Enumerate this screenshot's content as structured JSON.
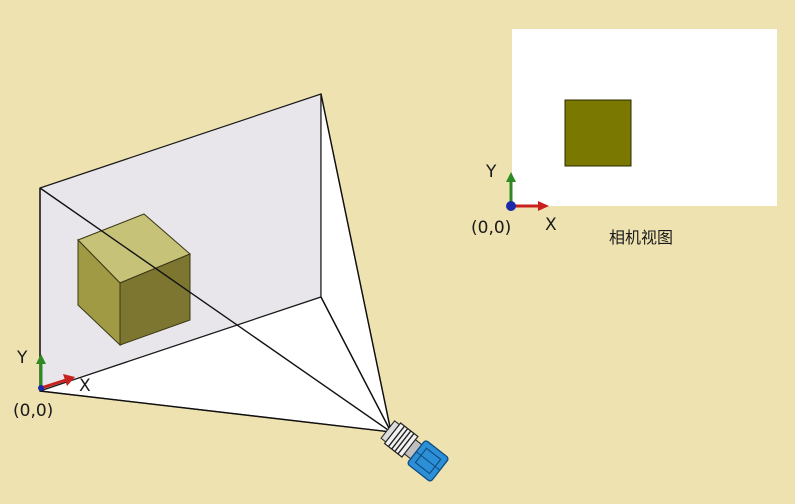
{
  "scene": {
    "colors": {
      "background": "#efe2b1",
      "frustum_back": "#e8e6ea",
      "frustum_floor": "#ffffff",
      "cube_front": "#a19a45",
      "cube_top": "#c6c277",
      "cube_side": "#7c7631",
      "camera_body": "#2d8fd6",
      "axis_x": "#c8201c",
      "axis_y": "#2f8a24",
      "origin_dot": "#1a2aa8",
      "camera_view_bg": "#ffffff",
      "camera_view_square": "#7a7800"
    },
    "world_axes": {
      "x_label": "X",
      "y_label": "Y",
      "origin_label": "(0,0)"
    },
    "camera_view": {
      "caption": "相机视图",
      "x_label": "X",
      "y_label": "Y",
      "origin_label": "(0,0)"
    },
    "icons": [
      "cube-icon",
      "camera-icon",
      "axis-icon"
    ]
  }
}
